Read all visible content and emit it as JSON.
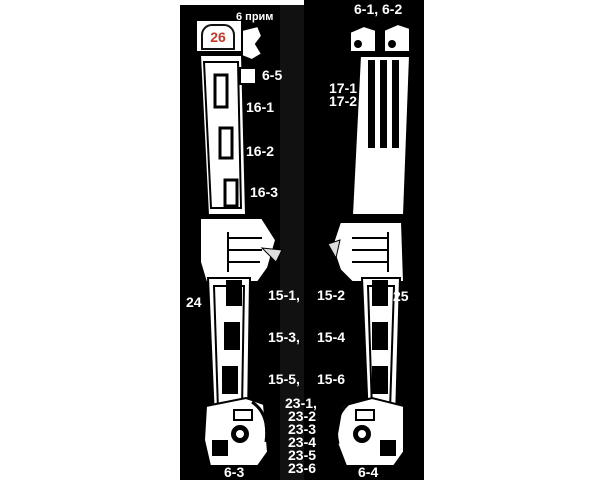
{
  "figure": {
    "badge": "26",
    "labels": {
      "note_6": "6 прим",
      "l_6_5": "6-5",
      "l_16_1": "16-1",
      "l_16_2": "16-2",
      "l_16_3": "16-3",
      "l_24": "24",
      "l_15_1": "15-1,",
      "l_15_2": "15-2",
      "l_15_3": "15-3,",
      "l_15_4": "15-4",
      "l_15_5": "15-5,",
      "l_15_6": "15-6",
      "l_23_1": "23-1,",
      "l_23_2": "23-2",
      "l_23_3": "23-3",
      "l_23_4": "23-4",
      "l_23_5": "23-5",
      "l_23_6": "23-6",
      "l_6_3": "6-3",
      "l_6_4": "6-4",
      "l_6_1_6_2": "6-1, 6-2",
      "l_17_1": "17-1",
      "l_17_2": "17-2",
      "l_25": "25"
    }
  },
  "colors": {
    "background": "#000000",
    "shape": "#ffffff",
    "badge_text": "#c0392b"
  }
}
